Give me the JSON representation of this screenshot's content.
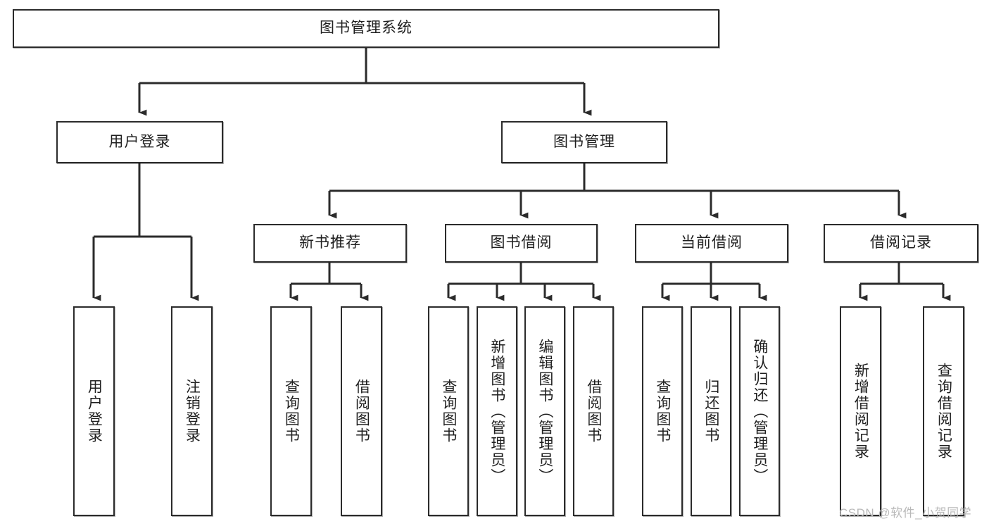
{
  "diagram": {
    "type": "tree-hierarchy-chart",
    "title": "图书管理系统",
    "root": {
      "id": "root",
      "label": "图书管理系统"
    },
    "level2": [
      {
        "id": "user-login",
        "label": "用户登录"
      },
      {
        "id": "book-manage",
        "label": "图书管理"
      }
    ],
    "level3": [
      {
        "id": "new-book-rec",
        "label": "新书推荐",
        "parent": "book-manage"
      },
      {
        "id": "book-borrow",
        "label": "图书借阅",
        "parent": "book-manage"
      },
      {
        "id": "current-borrow",
        "label": "当前借阅",
        "parent": "book-manage"
      },
      {
        "id": "borrow-record",
        "label": "借阅记录",
        "parent": "book-manage"
      }
    ],
    "leaves": [
      {
        "id": "leaf-user-login",
        "label": "用户登录",
        "parent": "user-login"
      },
      {
        "id": "leaf-logout",
        "label": "注销登录",
        "parent": "user-login"
      },
      {
        "id": "leaf-query-book-1",
        "label": "查询图书",
        "parent": "new-book-rec"
      },
      {
        "id": "leaf-borrow-book-1",
        "label": "借阅图书",
        "parent": "new-book-rec"
      },
      {
        "id": "leaf-query-book-2",
        "label": "查询图书",
        "parent": "book-borrow"
      },
      {
        "id": "leaf-add-book",
        "label": "新增图书（管理员）",
        "parent": "book-borrow"
      },
      {
        "id": "leaf-edit-book",
        "label": "编辑图书（管理员）",
        "parent": "book-borrow"
      },
      {
        "id": "leaf-borrow-book-2",
        "label": "借阅图书",
        "parent": "book-borrow"
      },
      {
        "id": "leaf-query-book-3",
        "label": "查询图书",
        "parent": "current-borrow"
      },
      {
        "id": "leaf-return-book",
        "label": "归还图书",
        "parent": "current-borrow"
      },
      {
        "id": "leaf-confirm-return",
        "label": "确认归还（管理员）",
        "parent": "current-borrow"
      },
      {
        "id": "leaf-add-record",
        "label": "新增借阅记录",
        "parent": "borrow-record"
      },
      {
        "id": "leaf-query-record",
        "label": "查询借阅记录",
        "parent": "borrow-record"
      }
    ]
  },
  "watermark": {
    "text": "CSDN @软件_小贺同学"
  },
  "colors": {
    "stroke": "#2b2b2b",
    "fill": "#ffffff",
    "text": "#1f1f1f",
    "watermark": "#b9b9b9"
  }
}
